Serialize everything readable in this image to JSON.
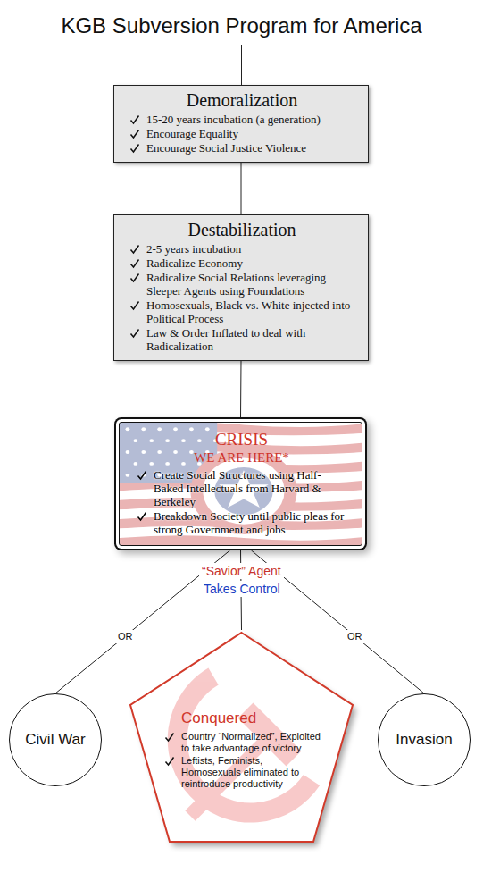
{
  "diagram": {
    "title": "KGB Subversion Program for America",
    "nodes": [
      {
        "text": [
          "Demoralization",
          "15-20 years incubation (a generation)",
          "Encourage Equality",
          "Encourage Social Justice Violence"
        ]
      },
      {
        "text": [
          "Destabilization",
          "2-5 years incubation",
          "Radicalize Economy",
          "Radicalize Social Relations leveraging Sleeper Agents using Foundations",
          "Homosexuals, Black vs. White injected into Political Process",
          "Law & Order Inflated to deal with Radicalization"
        ]
      },
      {
        "text": [
          "CRISIS",
          "WE ARE HERE*",
          "Create Social Structures using Half-Baked Intellectuals from Harvard & Berkeley",
          "Breakdown Society until public pleas for strong Government and jobs"
        ]
      },
      {
        "text": [
          "Civil War"
        ]
      },
      {
        "text": [
          "Conquered",
          "Country “Normalized”, Exploited to take advantage of victory",
          "Leftists, Feminists, Homosexuals eliminated to reintroduce productivity"
        ]
      },
      {
        "text": [
          "Invasion"
        ]
      }
    ],
    "edges": [
      {
        "from": 0,
        "to": 1,
        "arrow": "none"
      },
      {
        "from": 1,
        "to": 2,
        "arrow": "none"
      },
      {
        "from": 2,
        "to": 3,
        "label": "OR",
        "arrow": "none"
      },
      {
        "from": 2,
        "to": 4,
        "arrow": "none"
      },
      {
        "from": 2,
        "to": 5,
        "label": "OR",
        "arrow": "none"
      }
    ],
    "labels": [
      "“Savior” Agent",
      "Takes Control"
    ]
  }
}
